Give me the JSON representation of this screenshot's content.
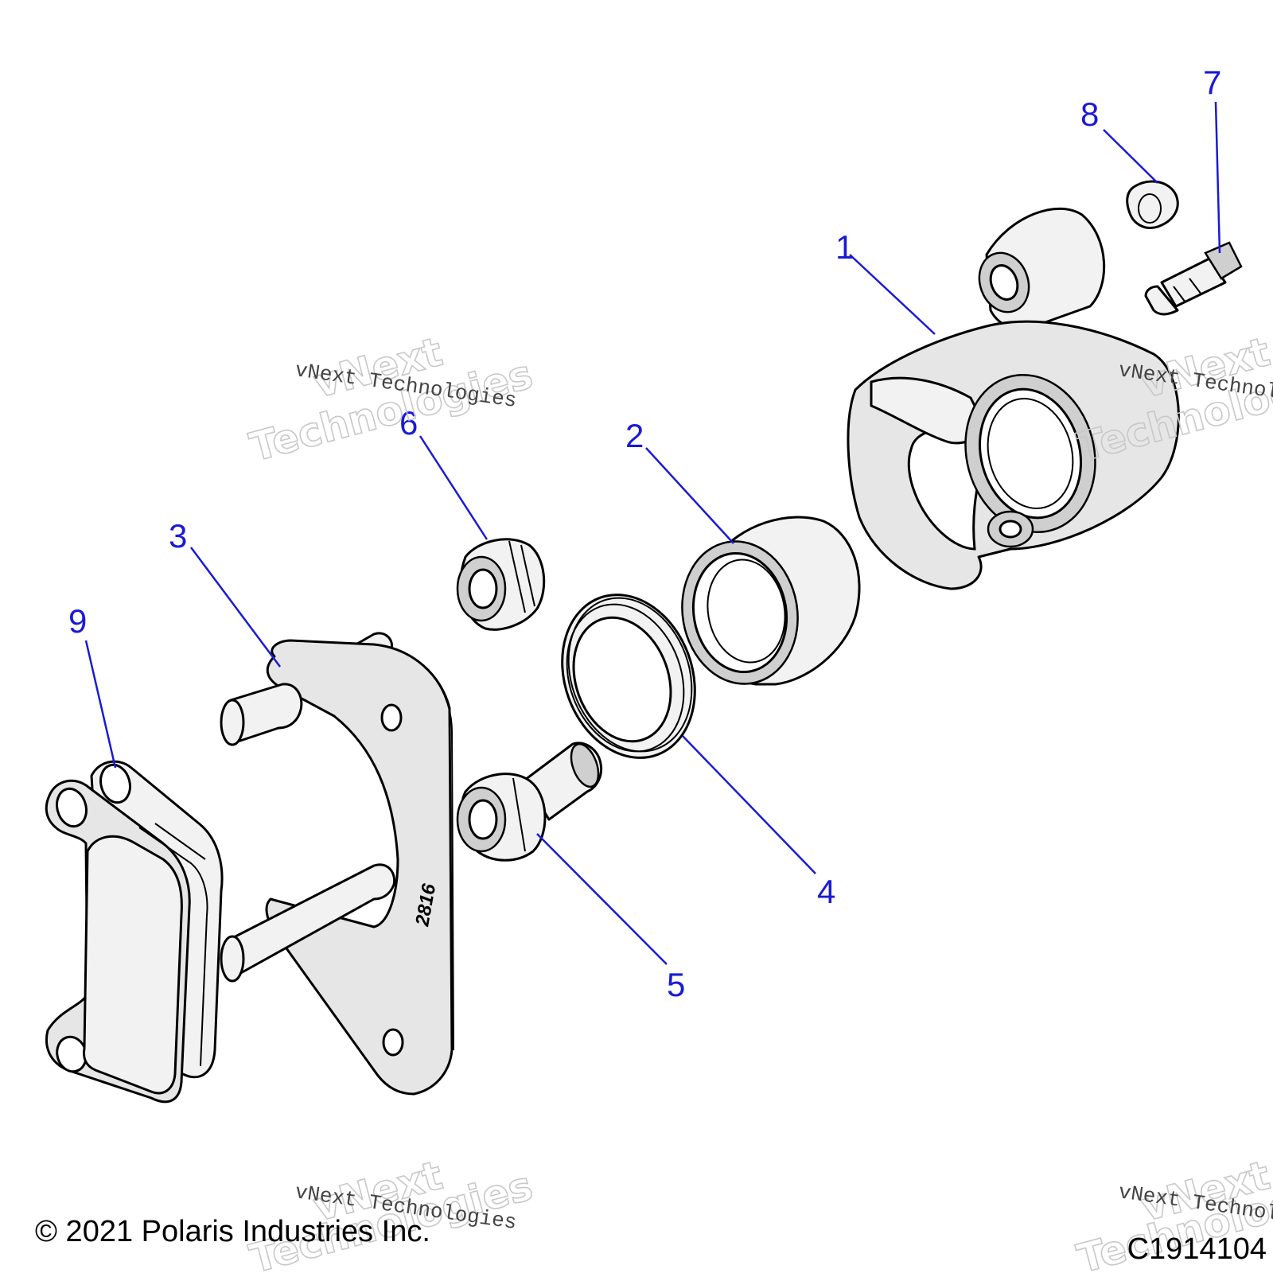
{
  "diagram": {
    "callouts": [
      "1",
      "2",
      "3",
      "4",
      "5",
      "6",
      "7",
      "8",
      "9"
    ],
    "bracket_stamp": "2816",
    "watermark": {
      "big_line1": "vNext",
      "big_line2": "Technologies",
      "small": "vNext Technologies",
      "small_cut": "vNext Technolo"
    },
    "colors": {
      "callout": "#1a1ad6",
      "part_fill": "#e6e6e6"
    }
  },
  "footer": {
    "copyright": "© 2021 Polaris Industries Inc.",
    "drawing_id": "C1914104"
  }
}
